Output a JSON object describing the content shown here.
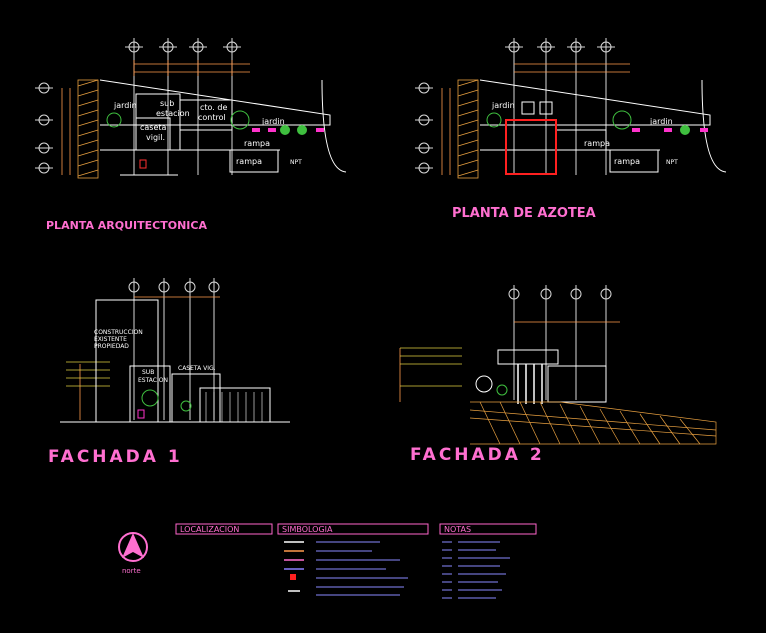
{
  "colors": {
    "background": "#000000",
    "linework": "#ffffff",
    "title": "#ff6fd0",
    "dimension": "#ff9a4d",
    "axis": "#d8d8d8",
    "hatch": "#e8a040",
    "plant": "#3fbf3f",
    "flower": "#ff33cc",
    "highlight": "#ff2020",
    "label_box": "#ff66cc",
    "yellow": "#e0d040"
  },
  "titles": {
    "plan": "PLANTA ARQUITECTONICA",
    "roof": "PLANTA DE AZOTEA",
    "facade1": "FACHADA 1",
    "facade2": "FACHADA 2"
  },
  "plan_labels": {
    "jardin": "jardin",
    "sub": "sub",
    "estacion": "estacion",
    "cto_de": "cto. de",
    "control": "control",
    "caseta": "caseta",
    "vigil": "vigil.",
    "rampa": "rampa",
    "npt": "NPT"
  },
  "facade1_labels": {
    "construccion": "CONSTRUCCION",
    "existente": "EXISTENTE",
    "propiedad": "PROPIEDAD",
    "sub": "SUB",
    "estacion": "ESTACION",
    "caseta": "CASETA VIG."
  },
  "legend": {
    "north": "norte",
    "localizacion": "LOCALIZACION",
    "simbologia": "SIMBOLOGIA",
    "notas": "NOTAS"
  }
}
